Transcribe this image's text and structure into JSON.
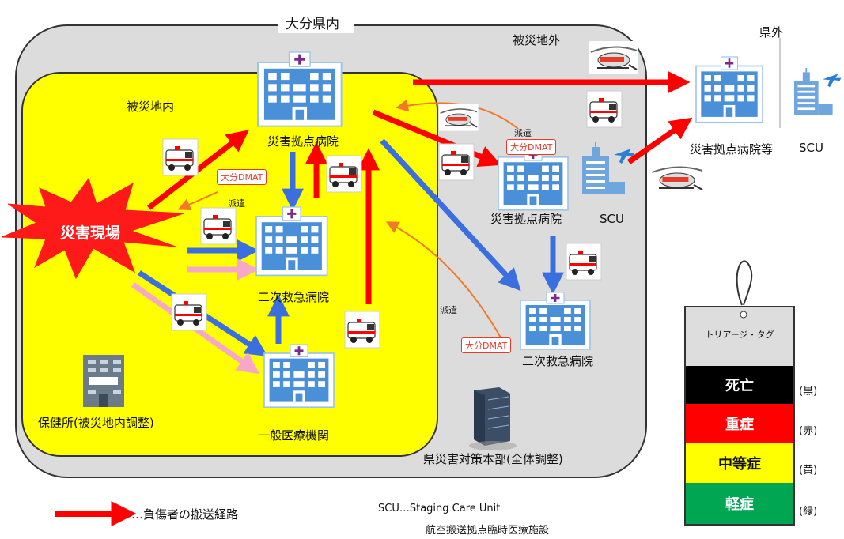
{
  "regions": {
    "oita_prefecture": "大分県内",
    "outside_disaster_area": "被災地外",
    "disaster_area": "被災地内",
    "outside_prefecture": "県外"
  },
  "disaster_site": "災害現場",
  "facilities": {
    "base_hospital_inner": "災害拠点病院",
    "base_hospital_outer": "災害拠点病院",
    "base_hospital_external": "災害拠点病院等",
    "secondary_hospital_inner": "二次救急病院",
    "secondary_hospital_outer": "二次救急病院",
    "general_clinic": "一般医療機関",
    "health_center": "保健所(被災地内調整)",
    "hq": "県災害対策本部(全体調整)",
    "scu_main": "SCU",
    "scu_external": "SCU"
  },
  "dmat": {
    "label_1": "大分DMAT",
    "label_2": "大分DMAT",
    "label_3": "大分DMAT",
    "dispatch_1": "派遣",
    "dispatch_2": "派遣",
    "dispatch_3": "派遣"
  },
  "triage_tag": {
    "title": "トリアージ・タグ",
    "rows": [
      {
        "label": "死亡",
        "color_name": "(黒)",
        "bg": "#000000",
        "fg": "#ffffff"
      },
      {
        "label": "重症",
        "color_name": "(赤)",
        "bg": "#ff0000",
        "fg": "#ffffff"
      },
      {
        "label": "中等症",
        "color_name": "(黄)",
        "bg": "#ffff00",
        "fg": "#111111"
      },
      {
        "label": "軽症",
        "color_name": "(緑)",
        "bg": "#00a651",
        "fg": "#ffffff"
      }
    ]
  },
  "legend": {
    "route": "…負傷者の搬送経路",
    "scu_def": "SCU…Staging Care Unit",
    "scu_jp": "航空搬送拠点臨時医療施設"
  },
  "colors": {
    "outer_area": "#dcdcdc",
    "inner_area": "#ffff00",
    "red_arrow": "#ff0000",
    "blue_arrow": "#3b6fe0",
    "pink_arrow": "#f7a8c8",
    "orange_arrow": "#f07a2a"
  }
}
